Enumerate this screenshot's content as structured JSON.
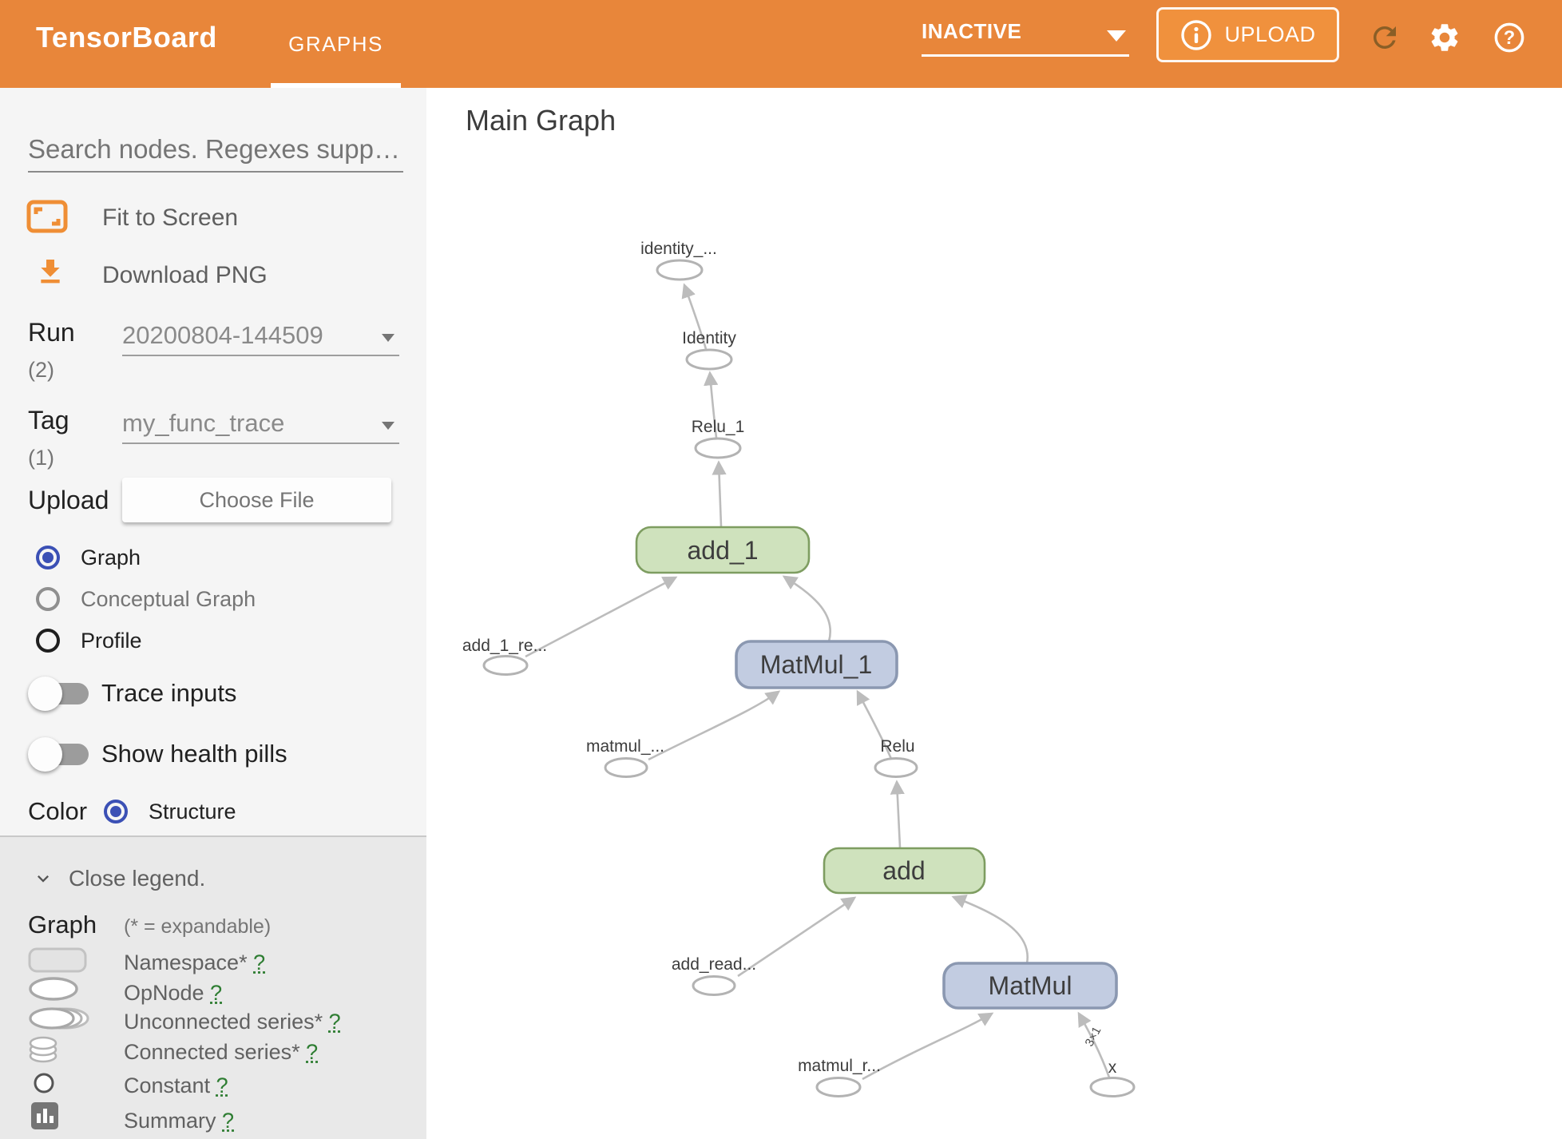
{
  "header": {
    "app_title": "TensorBoard",
    "active_tab": "GRAPHS",
    "status_select": "INACTIVE",
    "upload_button": "UPLOAD"
  },
  "sidebar": {
    "search_placeholder": "Search nodes. Regexes supported.",
    "fit_to_screen_label": "Fit to Screen",
    "download_png_label": "Download PNG",
    "run": {
      "label": "Run",
      "count": "(2)",
      "value": "20200804-144509"
    },
    "tag": {
      "label": "Tag",
      "count": "(1)",
      "value": "my_func_trace"
    },
    "upload": {
      "label": "Upload",
      "button_label": "Choose File"
    },
    "graph_type_options": [
      {
        "label": "Graph",
        "selected": true
      },
      {
        "label": "Conceptual Graph",
        "selected": false
      },
      {
        "label": "Profile",
        "selected": false
      }
    ],
    "toggles": [
      {
        "label": "Trace inputs",
        "on": false
      },
      {
        "label": "Show health pills",
        "on": false
      }
    ],
    "color_by": {
      "label": "Color",
      "option": "Structure",
      "selected": true
    }
  },
  "legend": {
    "close_label": "Close legend.",
    "section_title": "Graph",
    "expandable_note": "(* = expandable)",
    "items": [
      {
        "label": "Namespace*",
        "help": "?"
      },
      {
        "label": "OpNode",
        "help": "?"
      },
      {
        "label": "Unconnected series*",
        "help": "?"
      },
      {
        "label": "Connected series*",
        "help": "?"
      },
      {
        "label": "Constant",
        "help": "?"
      },
      {
        "label": "Summary",
        "help": "?"
      }
    ]
  },
  "main": {
    "title": "Main Graph",
    "graph": {
      "nodes": [
        {
          "id": "identity_out",
          "type": "op",
          "label": "identity_..."
        },
        {
          "id": "Identity",
          "type": "op",
          "label": "Identity"
        },
        {
          "id": "Relu_1",
          "type": "op",
          "label": "Relu_1"
        },
        {
          "id": "add_1",
          "type": "namespace",
          "label": "add_1"
        },
        {
          "id": "add_1_read",
          "type": "op",
          "label": "add_1_re..."
        },
        {
          "id": "MatMul_1",
          "type": "namespace",
          "label": "MatMul_1"
        },
        {
          "id": "matmul_1_read",
          "type": "op",
          "label": "matmul_..."
        },
        {
          "id": "Relu",
          "type": "op",
          "label": "Relu"
        },
        {
          "id": "add",
          "type": "namespace",
          "label": "add"
        },
        {
          "id": "add_read",
          "type": "op",
          "label": "add_read..."
        },
        {
          "id": "MatMul",
          "type": "namespace",
          "label": "MatMul"
        },
        {
          "id": "matmul_read",
          "type": "op",
          "label": "matmul_r..."
        },
        {
          "id": "x",
          "type": "op",
          "label": "x"
        }
      ],
      "edges": [
        {
          "from": "Identity",
          "to": "identity_out"
        },
        {
          "from": "Relu_1",
          "to": "Identity"
        },
        {
          "from": "add_1",
          "to": "Relu_1"
        },
        {
          "from": "add_1_read",
          "to": "add_1"
        },
        {
          "from": "MatMul_1",
          "to": "add_1"
        },
        {
          "from": "matmul_1_read",
          "to": "MatMul_1"
        },
        {
          "from": "Relu",
          "to": "MatMul_1"
        },
        {
          "from": "add",
          "to": "Relu"
        },
        {
          "from": "add_read",
          "to": "add"
        },
        {
          "from": "MatMul",
          "to": "add"
        },
        {
          "from": "matmul_read",
          "to": "MatMul"
        },
        {
          "from": "x",
          "to": "MatMul",
          "shape_label": "3×1"
        }
      ],
      "edge_shape_label": "3×1"
    }
  },
  "colors": {
    "header_orange": "#e8863a",
    "accent_blue": "#3b50b5",
    "op_green_fill": "#cfe2bd",
    "op_green_stroke": "#7e9d61",
    "op_blue_fill": "#c2cce1",
    "op_blue_stroke": "#8b98b1",
    "edge_gray": "#bcbcbc",
    "help_green": "#2e7d32"
  }
}
